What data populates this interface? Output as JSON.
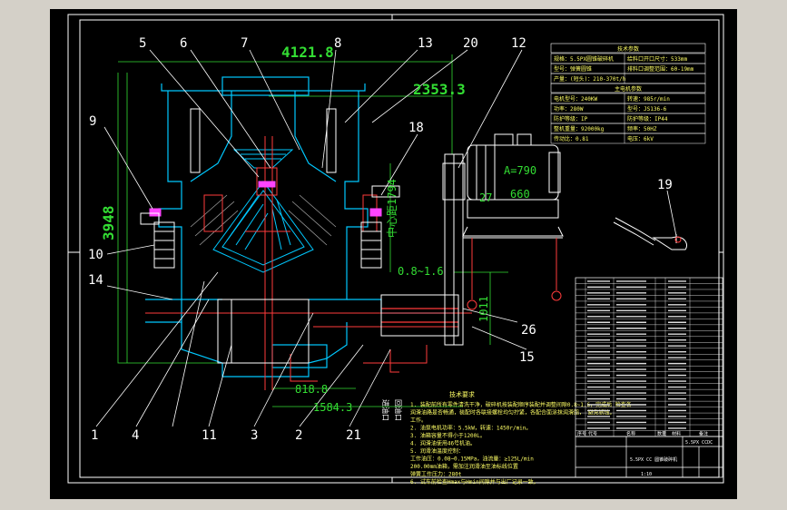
{
  "drawing": {
    "title_block_name": "5.5PX CCDC",
    "title_block_label": "5.5PX CC 圆锥破碎机",
    "note_heading": "技术要求",
    "scale_label": "1:10"
  },
  "dims": {
    "d4121": "4121.8",
    "d2353": "2353.3",
    "d3948": "3948",
    "d1794": "中心距1794",
    "d08": "0.8~1.6",
    "d1011": "1011",
    "d818": "818.8",
    "d1584": "1584.3",
    "a790": "A=790",
    "d27": "27",
    "d660": "660"
  },
  "callouts": [
    "1",
    "2",
    "3",
    "4",
    "5",
    "6",
    "7",
    "8",
    "9",
    "10",
    "11",
    "12",
    "13",
    "14",
    "15",
    "18",
    "19",
    "20",
    "21",
    "26"
  ],
  "spec_panel": {
    "heading1": "技术参数",
    "rows1": [
      [
        "规格：5.5PX圆锥破碎机",
        "给料口开口尺寸：533mm"
      ],
      [
        "型号：弹簧圆锥",
        "排料口调整范围：60-19mm"
      ],
      [
        "产量：(短头)：210-370t/h",
        ""
      ]
    ],
    "heading2": "主电机参数",
    "rows2": [
      [
        "电机型号：240KW",
        "转速：985r/min"
      ],
      [
        "功率：280W",
        "型号：JS136-6"
      ],
      [
        "防护等级：IP",
        "防护等级：IP44"
      ],
      [
        "整机重量：92000kg",
        "频率：50HZ"
      ],
      [
        "传动比：0.81",
        "电压：6kV"
      ]
    ]
  },
  "notes": [
    "1. 装配前所有零件清洗干净，破碎机按装配顺序装配并调整间隙0.8~1.6，完成后  检查各",
    "   润滑油路是否畅通，装配时各联接螺栓均匀拧紧，各配合面涂抹润滑脂，  避免锈蚀。",
    "   工作。",
    "2. 油泵电机功率：5.5kW，转速：1450r/min。",
    "3. 油箱容量不得小于1200L。",
    "4. 润滑油使用46号机油。",
    "5. 润滑油温度控制：",
    "   工作油压：0.08~0.15MPa，油流量：≥125L/min",
    "   200.00mm油箱，需加注润滑油至油标线位置",
    "   弹簧工作压力：280t",
    "6. 试车前检查Hmax与Hmin间隙并与出厂记录一致。"
  ],
  "side_labels": [
    "进油口",
    "回油口"
  ],
  "bom_header": [
    "序号",
    "代号",
    "名称",
    "数量",
    "材料",
    "备注"
  ],
  "bom_rows": 26,
  "colors": {
    "background": "#000000",
    "frame": "#ffffff",
    "cyan": "#00c8ff",
    "red": "#ff3b3b",
    "magenta": "#ff44ff",
    "green": "#33dd33",
    "yellow": "#ffff66",
    "gray": "#9a9a9a"
  }
}
